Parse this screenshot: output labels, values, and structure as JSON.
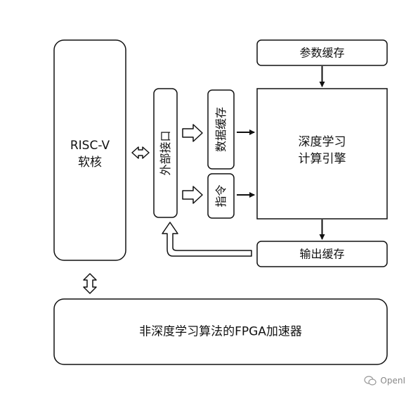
{
  "blocks": {
    "riscv_core": {
      "line1": "RISC-V",
      "line2": "软核"
    },
    "external_interface": "外部接口",
    "data_buffer": "数据缓存",
    "instruction": "指令",
    "param_buffer": "参数缓存",
    "dl_engine": {
      "line1": "深度学习",
      "line2": "计算引擎"
    },
    "output_buffer": "输出缓存",
    "fpga_accelerator": "非深度学习算法的FPGA加速器"
  },
  "watermark": {
    "text": "OpenI",
    "logo": "wechat-style-logo"
  }
}
